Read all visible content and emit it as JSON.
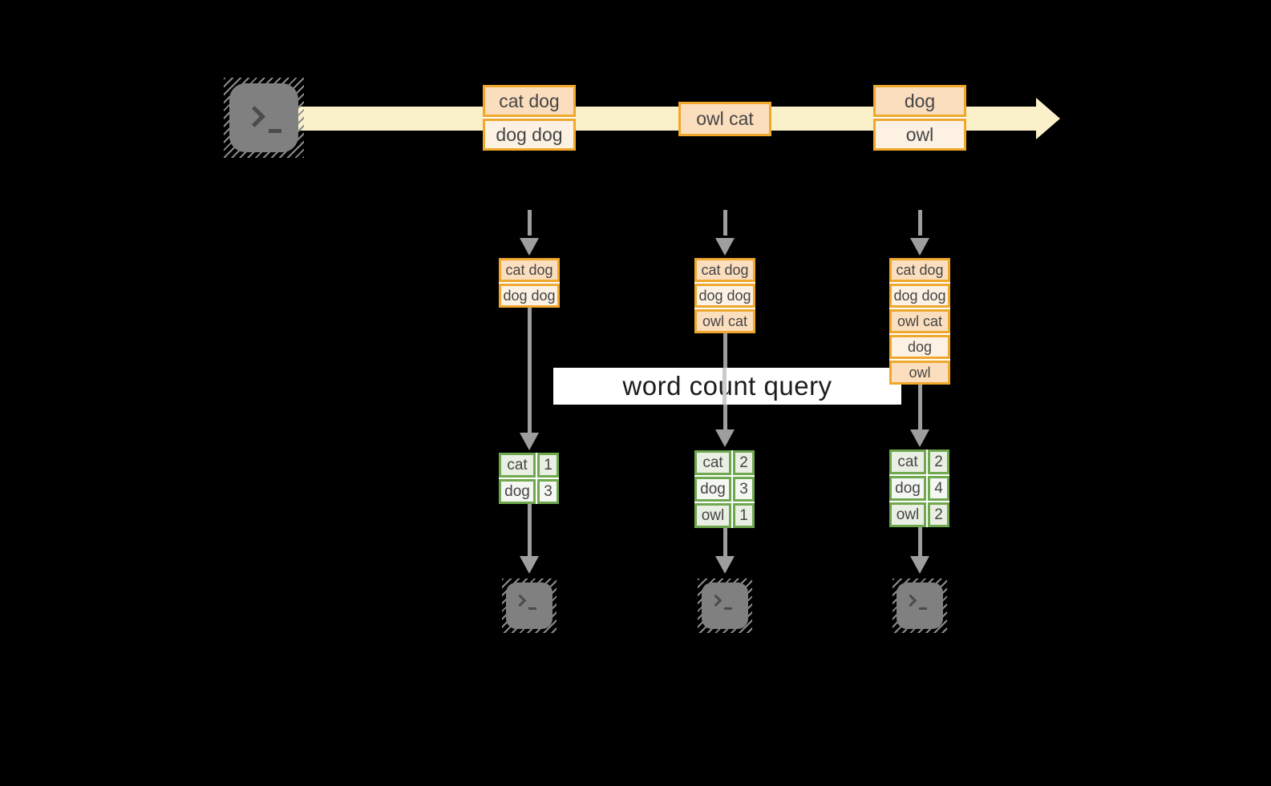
{
  "query_label": "word count query",
  "stream": {
    "batches": [
      {
        "lines": [
          "cat dog",
          "dog dog"
        ]
      },
      {
        "lines": [
          "owl cat"
        ]
      },
      {
        "lines": [
          "dog",
          "owl"
        ]
      }
    ]
  },
  "columns": [
    {
      "state": [
        "cat dog",
        "dog dog"
      ],
      "counts": [
        {
          "word": "cat",
          "count": "1"
        },
        {
          "word": "dog",
          "count": "3"
        }
      ]
    },
    {
      "state": [
        "cat dog",
        "dog dog",
        "owl cat"
      ],
      "counts": [
        {
          "word": "cat",
          "count": "2"
        },
        {
          "word": "dog",
          "count": "3"
        },
        {
          "word": "owl",
          "count": "1"
        }
      ]
    },
    {
      "state": [
        "cat dog",
        "dog dog",
        "owl cat",
        "dog",
        "owl"
      ],
      "counts": [
        {
          "word": "cat",
          "count": "2"
        },
        {
          "word": "dog",
          "count": "4"
        },
        {
          "word": "owl",
          "count": "2"
        }
      ]
    }
  ],
  "icons": {
    "terminal_glyph": ">_"
  },
  "colors": {
    "background": "#000000",
    "stream_band": "#FAF0CA",
    "box_border": "#F0A82C",
    "box_fill_dark": "#FBDEBE",
    "box_fill_light": "#FCF1E2",
    "table_border": "#6FA84E",
    "table_fill_dark": "#E9EFE2",
    "table_fill_light": "#F5F8F2",
    "arrow": "#9E9E9E",
    "arrow_light": "#CBCBCB",
    "gap_white": "#FFFFFF",
    "query_bg": "#FFFFFF",
    "query_text": "#1C1C1C",
    "text": "#454545",
    "icon_gray": "#808080",
    "icon_glyph": "#4B4B4B",
    "hatch": "#8B8B8B"
  }
}
